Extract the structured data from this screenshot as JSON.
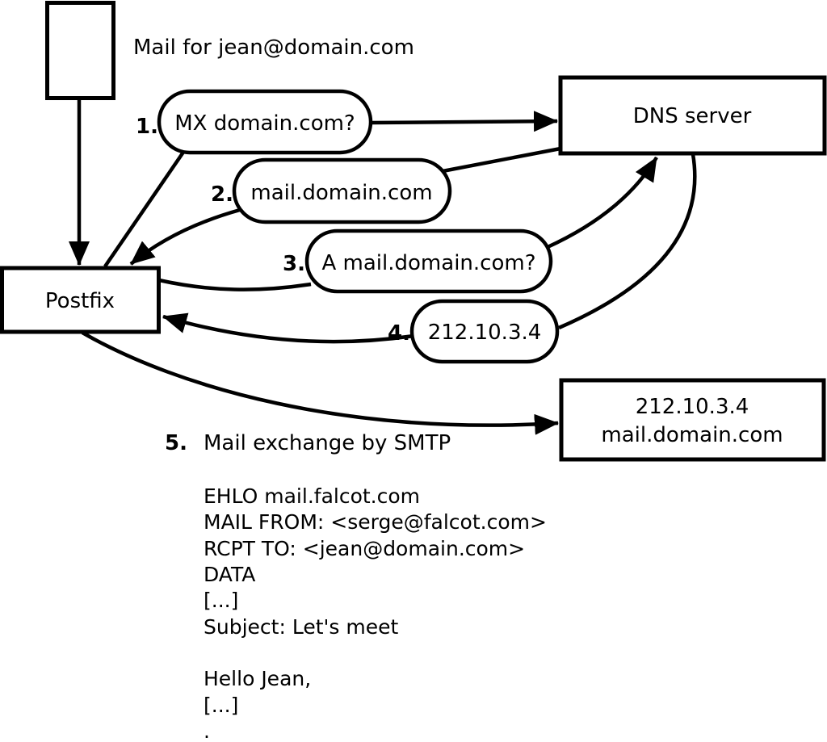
{
  "note": {
    "text": "Mail for jean@domain.com"
  },
  "nodes": {
    "postfix": {
      "label": "Postfix"
    },
    "dns_server": {
      "label": "DNS server"
    },
    "mail_server": {
      "line1": "212.10.3.4",
      "line2": "mail.domain.com"
    }
  },
  "steps": [
    {
      "num": "1.",
      "label": "MX domain.com?"
    },
    {
      "num": "2.",
      "label": "mail.domain.com"
    },
    {
      "num": "3.",
      "label": "A mail.domain.com?"
    },
    {
      "num": "4.",
      "label": "212.10.3.4"
    },
    {
      "num": "5.",
      "label": "Mail exchange by SMTP"
    }
  ],
  "smtp_session": {
    "lines": [
      "EHLO mail.falcot.com",
      "MAIL FROM: <serge@falcot.com>",
      "RCPT TO: <jean@domain.com>",
      "DATA",
      "[...]",
      "Subject: Let's meet",
      "",
      "Hello Jean,",
      "[...]",
      "."
    ]
  },
  "colors": {
    "ink": "#000000",
    "background": "#ffffff"
  }
}
